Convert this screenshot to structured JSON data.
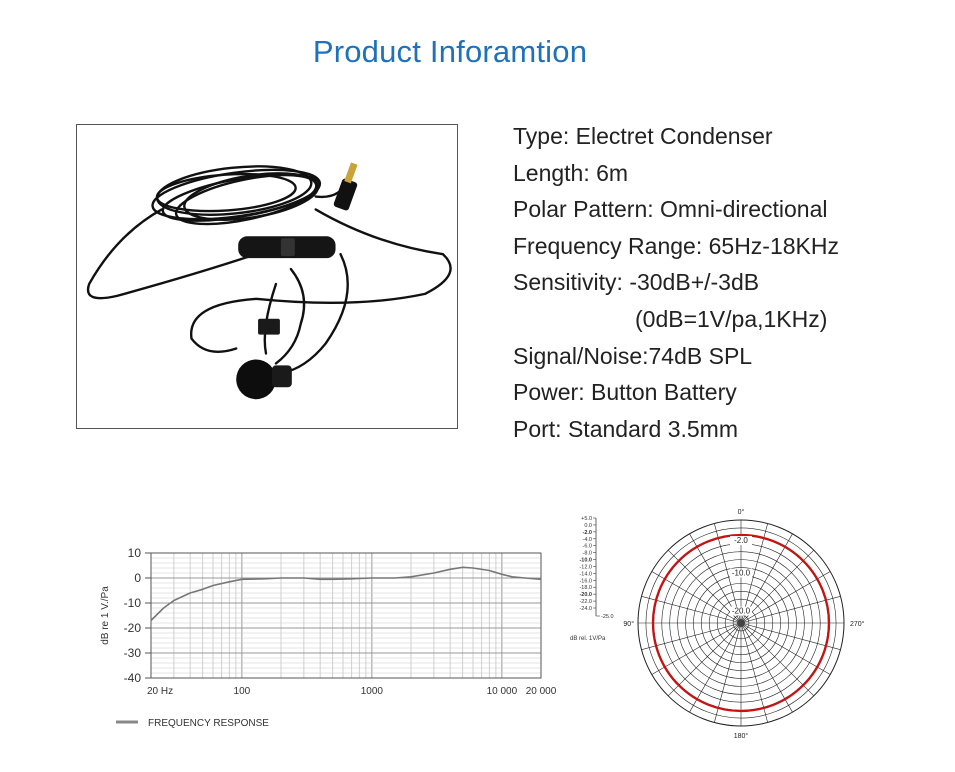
{
  "title": "Product Inforamtion",
  "specs": {
    "type": "Type:  Electret Condenser",
    "length": "Length: 6m",
    "polar": "Polar Pattern: Omni-directional",
    "freq": "Frequency Range: 65Hz-18KHz",
    "sens": "Sensitivity: -30dB+/-3dB",
    "sens_ref": "(0dB=1V/pa,1KHz)",
    "snr": "Signal/Noise:74dB SPL",
    "power": "Power: Button Battery",
    "port": "Port: Standard 3.5mm"
  },
  "chart_data": [
    {
      "type": "line",
      "ylabel": "dB re 1 V./Pa",
      "legend": "FREQUENCY RESPONSE",
      "x_scale": "log",
      "xlim": [
        20,
        20000
      ],
      "ylim": [
        -40,
        10
      ],
      "x_ticks": [
        {
          "value": 20,
          "label": "20 Hz"
        },
        {
          "value": 100,
          "label": "100"
        },
        {
          "value": 1000,
          "label": "1000"
        },
        {
          "value": 10000,
          "label": "10 000"
        },
        {
          "value": 20000,
          "label": "20 000"
        }
      ],
      "y_ticks": [
        10,
        0,
        -10,
        -20,
        -30,
        -40
      ],
      "grid": true,
      "series": [
        {
          "x": [
            20,
            25,
            30,
            40,
            50,
            60,
            80,
            100,
            150,
            200,
            300,
            400,
            500,
            700,
            1000,
            1500,
            2000,
            3000,
            4000,
            5000,
            6000,
            8000,
            10000,
            12000,
            15000,
            20000
          ],
          "y": [
            -17,
            -12,
            -9,
            -6,
            -4.5,
            -3,
            -1.5,
            -0.5,
            -0.3,
            0,
            0,
            -0.5,
            -0.5,
            -0.3,
            0,
            0,
            0.5,
            2,
            3.5,
            4.3,
            4,
            3,
            1.5,
            0.5,
            0,
            -0.5
          ]
        }
      ]
    },
    {
      "type": "polar",
      "scale_labels": [
        "+5.0",
        "0.0",
        "-2.0",
        "-4.0",
        "-6.0",
        "-8.0",
        "-10.0",
        "-12.0",
        "-14.0",
        "-16.0",
        "-18.0",
        "-20.0",
        "-22.0",
        "-24.0",
        "-25.0"
      ],
      "scale_unit": "dB rel. 1V/Pa",
      "angle_labels": {
        "top": "0°",
        "left": "90°",
        "right": "270°",
        "bottom": "180°"
      },
      "ring_labels": [
        "-2.0",
        "-10.0",
        "-20.0"
      ],
      "pattern": "omni-directional",
      "pattern_level_db": -2.0,
      "pattern_color": "#cc1111"
    }
  ]
}
